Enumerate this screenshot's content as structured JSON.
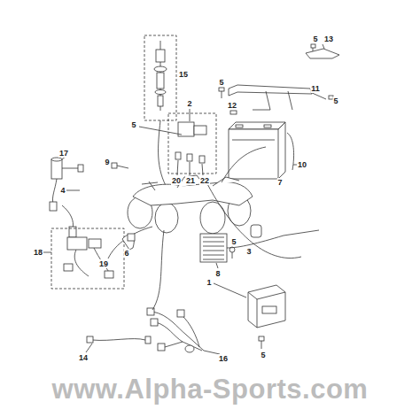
{
  "diagram": {
    "labels": [
      "15",
      "2",
      "5",
      "5",
      "13",
      "11",
      "5",
      "12",
      "5",
      "20",
      "21",
      "22",
      "17",
      "9",
      "10",
      "7",
      "4",
      "3",
      "18",
      "19",
      "6",
      "8",
      "5",
      "1",
      "5",
      "14",
      "16",
      "www.Alpha-Sports.com"
    ]
  }
}
